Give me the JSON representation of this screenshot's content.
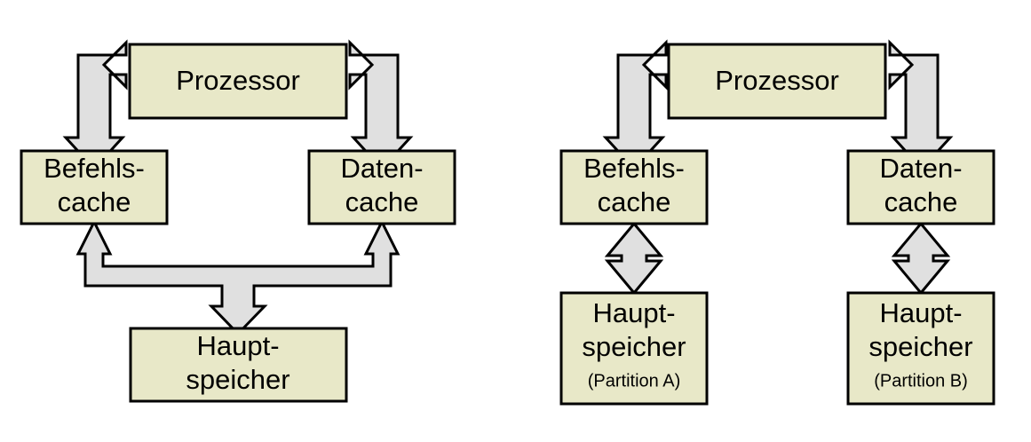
{
  "figure": {
    "background_color": "#ffffff",
    "box_fill_color": "#e8e8c8",
    "box_stroke_color": "#000000",
    "arrow_fill_color": "#e0e0e0",
    "arrow_stroke_color": "#000000"
  },
  "left_diagram": {
    "name": "harvard-architecture-shared-memory",
    "nodes": {
      "processor": {
        "label": "Prozessor"
      },
      "instruction_cache": {
        "line1": "Befehls-",
        "line2": "cache"
      },
      "data_cache": {
        "line1": "Daten-",
        "line2": "cache"
      },
      "main_memory": {
        "line1": "Haupt-",
        "line2": "speicher"
      }
    },
    "connectors": [
      {
        "name": "processor-to-instruction-cache",
        "kind": "elbow-double-arrow"
      },
      {
        "name": "processor-to-data-cache",
        "kind": "elbow-double-arrow"
      },
      {
        "name": "caches-to-main-memory",
        "kind": "tee-triple-arrow"
      }
    ]
  },
  "right_diagram": {
    "name": "harvard-architecture-partitioned-memory",
    "nodes": {
      "processor": {
        "label": "Prozessor"
      },
      "instruction_cache": {
        "line1": "Befehls-",
        "line2": "cache"
      },
      "data_cache": {
        "line1": "Daten-",
        "line2": "cache"
      },
      "main_memory_a": {
        "line1": "Haupt-",
        "line2": "speicher",
        "line3": "(Partition A)"
      },
      "main_memory_b": {
        "line1": "Haupt-",
        "line2": "speicher",
        "line3": "(Partition B)"
      }
    },
    "connectors": [
      {
        "name": "processor-to-instruction-cache",
        "kind": "elbow-double-arrow"
      },
      {
        "name": "processor-to-data-cache",
        "kind": "elbow-double-arrow"
      },
      {
        "name": "instruction-cache-to-memory-a",
        "kind": "vertical-double-arrow"
      },
      {
        "name": "data-cache-to-memory-b",
        "kind": "vertical-double-arrow"
      }
    ]
  }
}
